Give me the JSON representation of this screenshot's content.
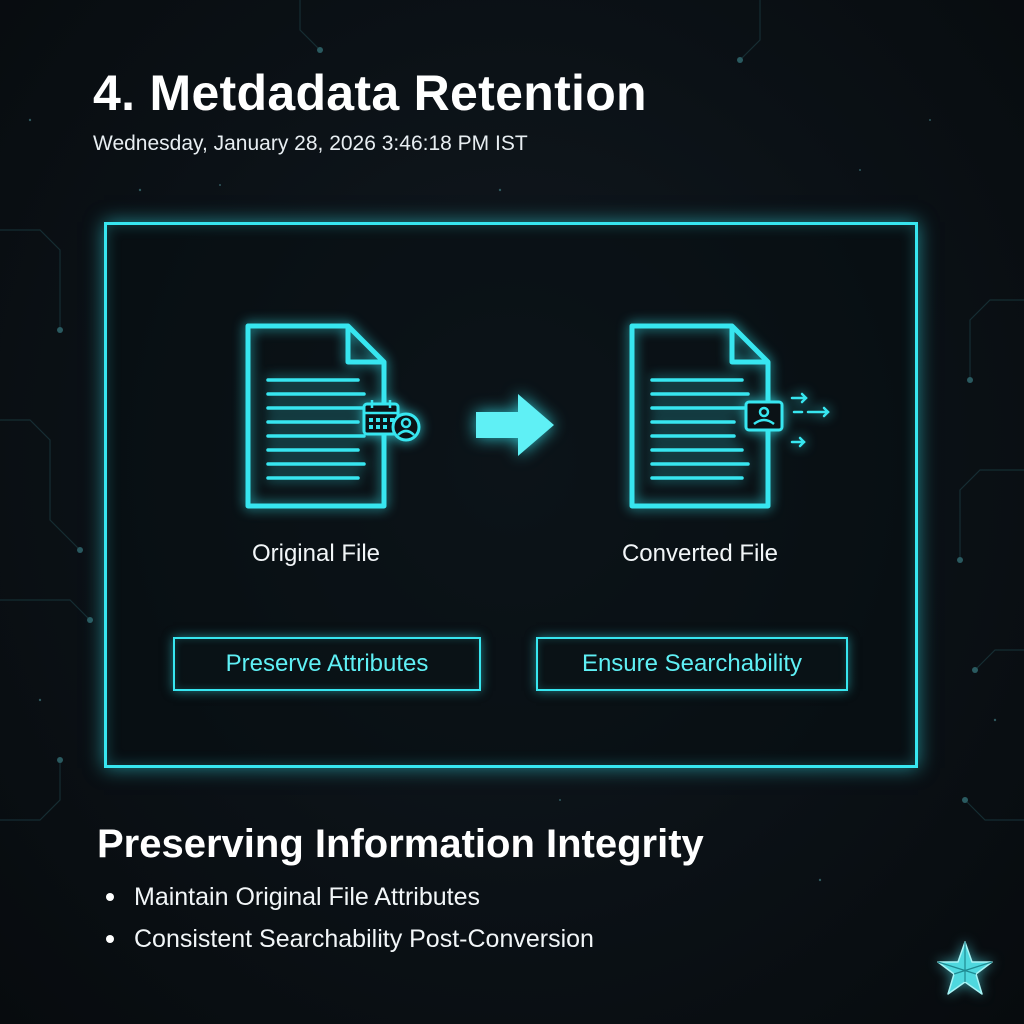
{
  "header": {
    "title": "4. Metdadata Retention",
    "timestamp": "Wednesday, January 28, 2026 3:46:18 PM IST"
  },
  "diagram": {
    "original_label": "Original File",
    "converted_label": "Converted File",
    "preserve_button": "Preserve Attributes",
    "searchability_button": "Ensure Searchability"
  },
  "summary": {
    "heading": "Preserving Information Integrity",
    "bullets": [
      "Maintain Original File Attributes",
      "Consistent Searchability Post-Conversion"
    ]
  },
  "icons": {
    "original": "document-icon",
    "metadata": "calendar-user-icon",
    "transfer": "right-arrow-icon",
    "converted": "document-icon",
    "search": "image-card-icon",
    "brand": "star-logo-icon"
  },
  "colors": {
    "accent": "#37e6f0",
    "accent_text": "#5ff0f5",
    "background": "#0a0f13",
    "text": "#ffffff"
  }
}
